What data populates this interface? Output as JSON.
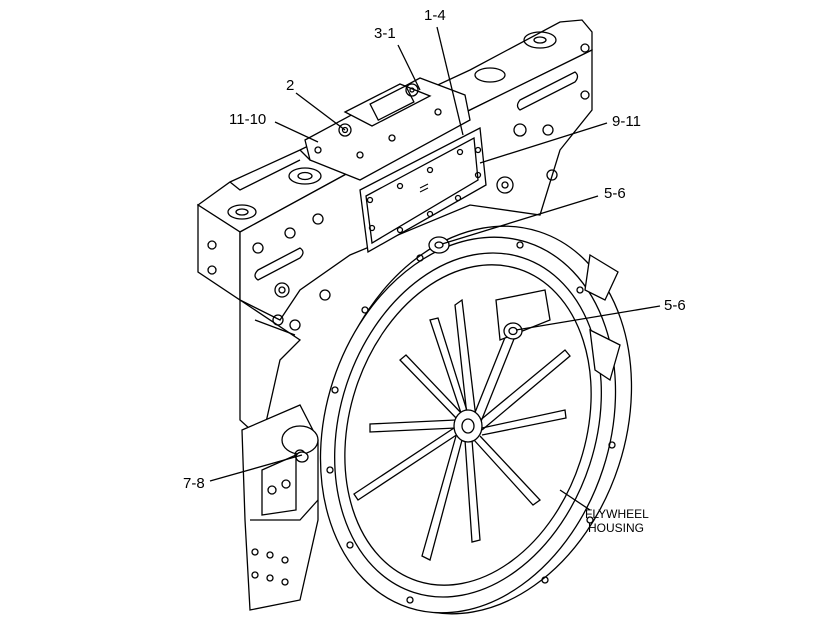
{
  "callouts": {
    "c_3_1": "3-1",
    "c_1_4": "1-4",
    "c_2": "2",
    "c_11_10": "11-10",
    "c_9_11": "9-11",
    "c_5_6_top": "5-6",
    "c_5_6_hub": "5-6",
    "c_7_8": "7-8"
  },
  "housing_label": {
    "line1": "FLYWHEEL",
    "line2": "HOUSING"
  }
}
